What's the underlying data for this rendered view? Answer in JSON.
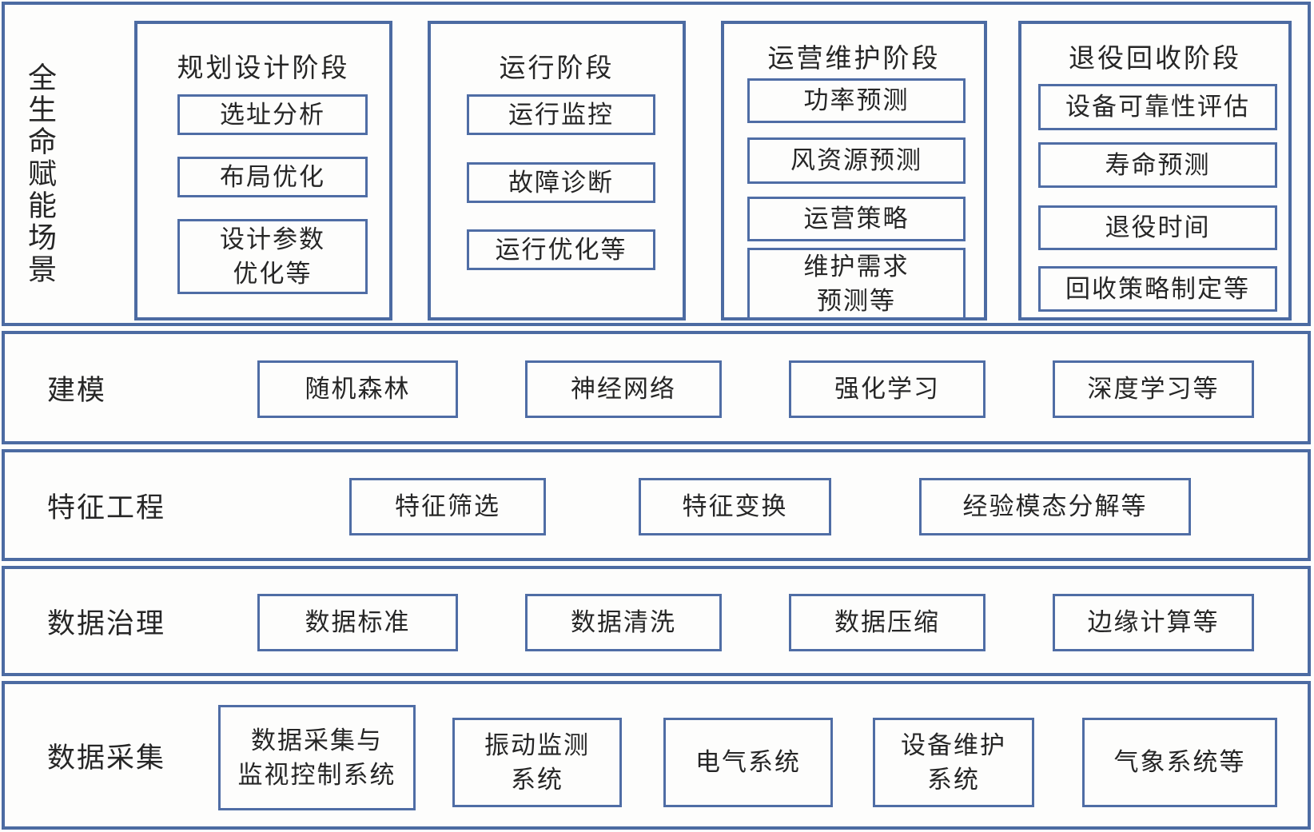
{
  "colors": {
    "border": "#4c6ba2",
    "text": "#262626",
    "background": "#fdfdfc"
  },
  "scenarios": {
    "label": "全生命赋能场景",
    "columns": [
      {
        "title": "规划设计阶段",
        "items": [
          "选址分析",
          "布局优化",
          "设计参数\n优化等"
        ]
      },
      {
        "title": "运行阶段",
        "items": [
          "运行监控",
          "故障诊断",
          "运行优化等"
        ]
      },
      {
        "title": "运营维护阶段",
        "items": [
          "功率预测",
          "风资源预测",
          "运营策略",
          "维护需求\n预测等"
        ]
      },
      {
        "title": "退役回收阶段",
        "items": [
          "设备可靠性评估",
          "寿命预测",
          "退役时间",
          "回收策略制定等"
        ]
      }
    ]
  },
  "layers": [
    {
      "label": "建模",
      "items": [
        "随机森林",
        "神经网络",
        "强化学习",
        "深度学习等"
      ]
    },
    {
      "label": "特征工程",
      "items": [
        "特征筛选",
        "特征变换",
        "经验模态分解等"
      ]
    },
    {
      "label": "数据治理",
      "items": [
        "数据标准",
        "数据清洗",
        "数据压缩",
        "边缘计算等"
      ]
    },
    {
      "label": "数据采集",
      "items": [
        "数据采集与\n监视控制系统",
        "振动监测\n系统",
        "电气系统",
        "设备维护\n系统",
        "气象系统等"
      ]
    }
  ]
}
